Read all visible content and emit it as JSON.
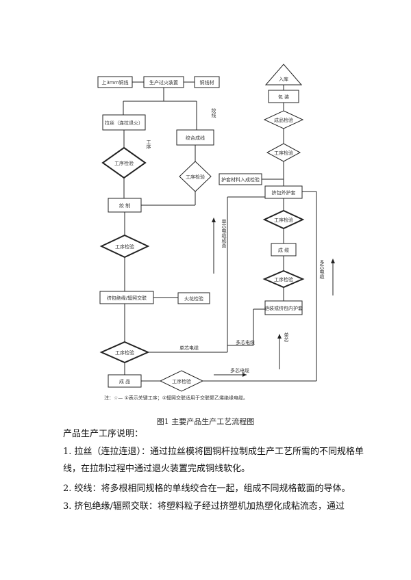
{
  "diagram": {
    "nodes": {
      "copper_rod": "上3mm铜线",
      "wire_drawing": "生产过火装置",
      "zinc_wire": "铜线材",
      "draw_anneal": "拉丝（连拉退火）",
      "stranding": "绞合成线",
      "inspect_1": "工序检验",
      "inspect_2": "工序检验",
      "bundle": "绞 制",
      "inspect_3": "工序检验",
      "insulation": "挤包绝缘/辐照交联",
      "spark": "火花检验",
      "inspect_4": "工序检验",
      "finish": "成 品",
      "inspect_5": "工序检验",
      "sheath_material": "护套材料入成检验",
      "sheath": "挤包外护套",
      "inspect_6": "工序检验",
      "cabling": "成 缆",
      "inspect_7": "工序检验",
      "armor": "铠装或挤包内护套",
      "final_inspect": "成品检验",
      "package": "包 装",
      "storage": "入库"
    },
    "side_labels": {
      "left_top": "绞线",
      "left_mid": "工序",
      "mid_vertical": "单芯电缆成品",
      "right_vertical_1": "多芯电缆",
      "right_vertical_2": "单芯",
      "bottom_a": "单芯电缆",
      "bottom_b": "多芯电缆",
      "bottom_c": "多芯电缆"
    },
    "note": "注：☆— ①表示关键工序；②辐照交联适用于交联聚乙烯绝缘电缆。"
  },
  "caption": "图1 主要产品生产工艺流程图",
  "body": {
    "heading": "产品生产工序说明：",
    "item1": "1. 拉丝（连拉连退）：通过拉丝模将圆铜杆拉制成生产工艺所需的不同规格单线，在拉制过程中通过退火装置完成铜线软化。",
    "item2": "2. 绞线：将多根相同规格的单线绞合在一起，组成不同规格截面的导体。",
    "item3": "3. 挤包绝缘/辐照交联：将塑料粒子经过挤塑机加热塑化成粘流态，通过"
  }
}
